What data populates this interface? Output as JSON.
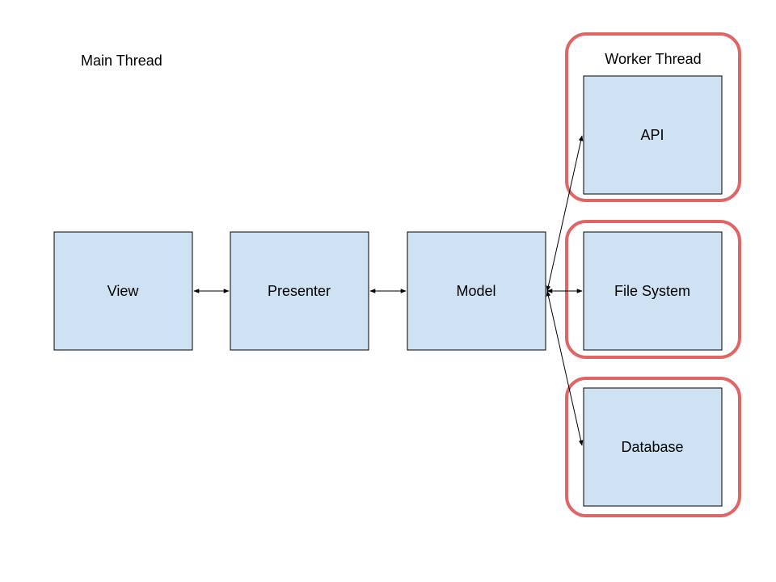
{
  "annotations": {
    "main_thread": "Main Thread",
    "worker_thread": "Worker Thread"
  },
  "nodes": {
    "view": "View",
    "presenter": "Presenter",
    "model": "Model",
    "api": "API",
    "file_system": "File System",
    "database": "Database"
  },
  "colors": {
    "node_fill": "#cfe2f3",
    "worker_outline": "#e06666"
  }
}
